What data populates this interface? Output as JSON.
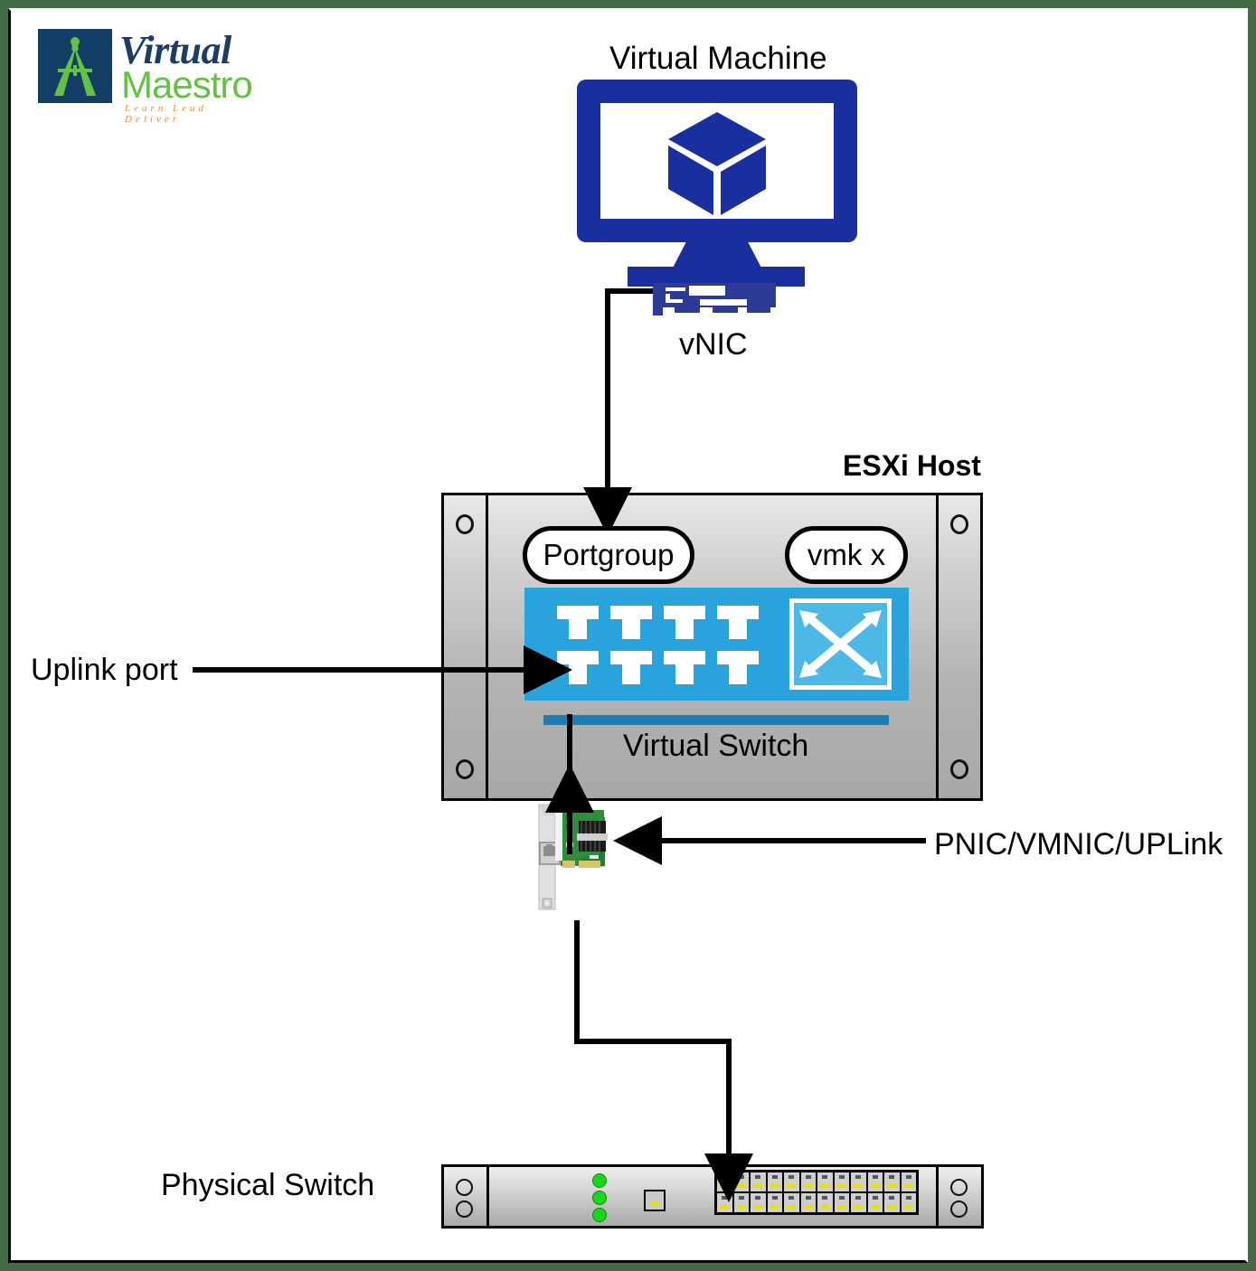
{
  "diagram": {
    "title_logo": {
      "wordmark_top": "Virtual",
      "wordmark_bottom": "Maestro",
      "tagline": "Learn  Lead  Deliver"
    },
    "vm": {
      "title": "Virtual Machine",
      "vnic_label": "vNIC"
    },
    "esxi": {
      "title": "ESXi Host",
      "portgroup_label": "Portgroup",
      "vmkernel_label": "vmk x",
      "vswitch_label": "Virtual Switch",
      "vswitch_port_count": 8,
      "vswitch_port_rows": 2,
      "vswitch_port_cols": 4
    },
    "annotations": {
      "uplink_port": "Uplink port",
      "pnic": "PNIC/VMNIC/UPLink"
    },
    "physical_switch": {
      "label": "Physical Switch",
      "port_columns": 12,
      "port_rows": 2,
      "led_count": 3
    },
    "colors": {
      "frame_green": "#456b45",
      "vm_blue": "#1a2f9e",
      "vswitch_cyan": "#29a3dc",
      "vswitch_bar_blue": "#1a7fb5",
      "vswitch_x_fill": "#4cb8e6",
      "led_green": "#19d619",
      "port_yellow": "#e8e000",
      "logo_navy": "#1d3d66",
      "logo_green": "#63c244",
      "logo_orange": "#e8893c"
    }
  }
}
